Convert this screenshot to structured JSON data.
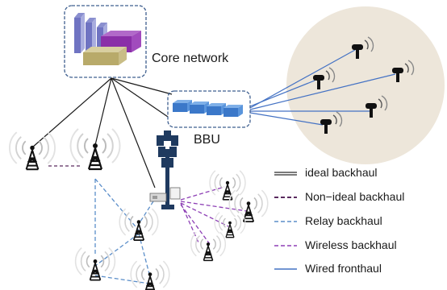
{
  "labels": {
    "core_network": "Core network",
    "bbu": "BBU"
  },
  "legend": [
    {
      "label": "ideal backhaul",
      "style": "double-solid",
      "color": "#2b2b2b"
    },
    {
      "label": "Non−ideal  backhaul",
      "style": "dashed",
      "color": "#5a2a5e"
    },
    {
      "label": "Relay backhaul",
      "style": "dashed",
      "color": "#5b8ec9"
    },
    {
      "label": "Wireless  backhaul",
      "style": "dashed",
      "color": "#8d3fb5"
    },
    {
      "label": "Wired fronthaul",
      "style": "solid",
      "color": "#4472c4"
    }
  ],
  "colors": {
    "ideal_backhaul": "#1a1a1a",
    "non_ideal_backhaul": "#5a2a5e",
    "relay_backhaul": "#5b8ec9",
    "wireless_backhaul": "#8d3fb5",
    "wired_fronthaul": "#4472c4",
    "rrh_cloud": "#ede6da",
    "bbu_blocks": "#4a86d4",
    "dashed_box": "#3f5f8f"
  },
  "icons": {
    "core_network": "server-stack-icon",
    "bbu": "bbu-rack-icon",
    "macro_tower": "macro-tower-icon",
    "base_station": "antenna-tower-icon",
    "rrh": "remote-radio-head-icon"
  }
}
